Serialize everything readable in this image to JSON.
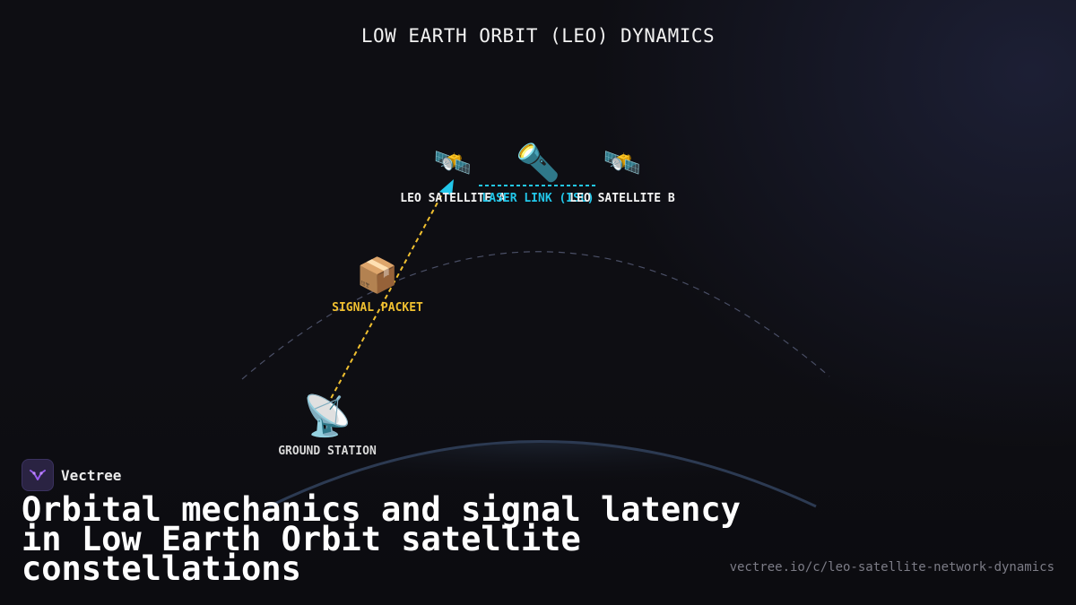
{
  "title": "LOW EARTH ORBIT (LEO) DYNAMICS",
  "nodes": {
    "satellite_a": {
      "icon": "satellite-icon",
      "glyph": "🛰️",
      "label": "LEO SATELLITE A"
    },
    "satellite_b": {
      "icon": "satellite-icon",
      "glyph": "🛰️",
      "label": "LEO SATELLITE B"
    },
    "laser": {
      "icon": "flashlight-icon",
      "glyph": "🔦",
      "label": "LASER LINK (ISL)"
    },
    "packet": {
      "icon": "package-icon",
      "glyph": "📦",
      "label": "SIGNAL PACKET"
    },
    "ground": {
      "icon": "satellite-dish-icon",
      "glyph": "📡",
      "label": "GROUND STATION"
    }
  },
  "colors": {
    "uplink": "#f0c030",
    "laser": "#22c7ea",
    "orbit": "#4a4f66",
    "earth_edge": "#2c3a52"
  },
  "brand": {
    "name": "Vectree",
    "icon": "vectree-logo-icon"
  },
  "headline": "Orbital mechanics and signal latency in Low Earth Orbit satellite constellations",
  "url": "vectree.io/c/leo-satellite-network-dynamics"
}
